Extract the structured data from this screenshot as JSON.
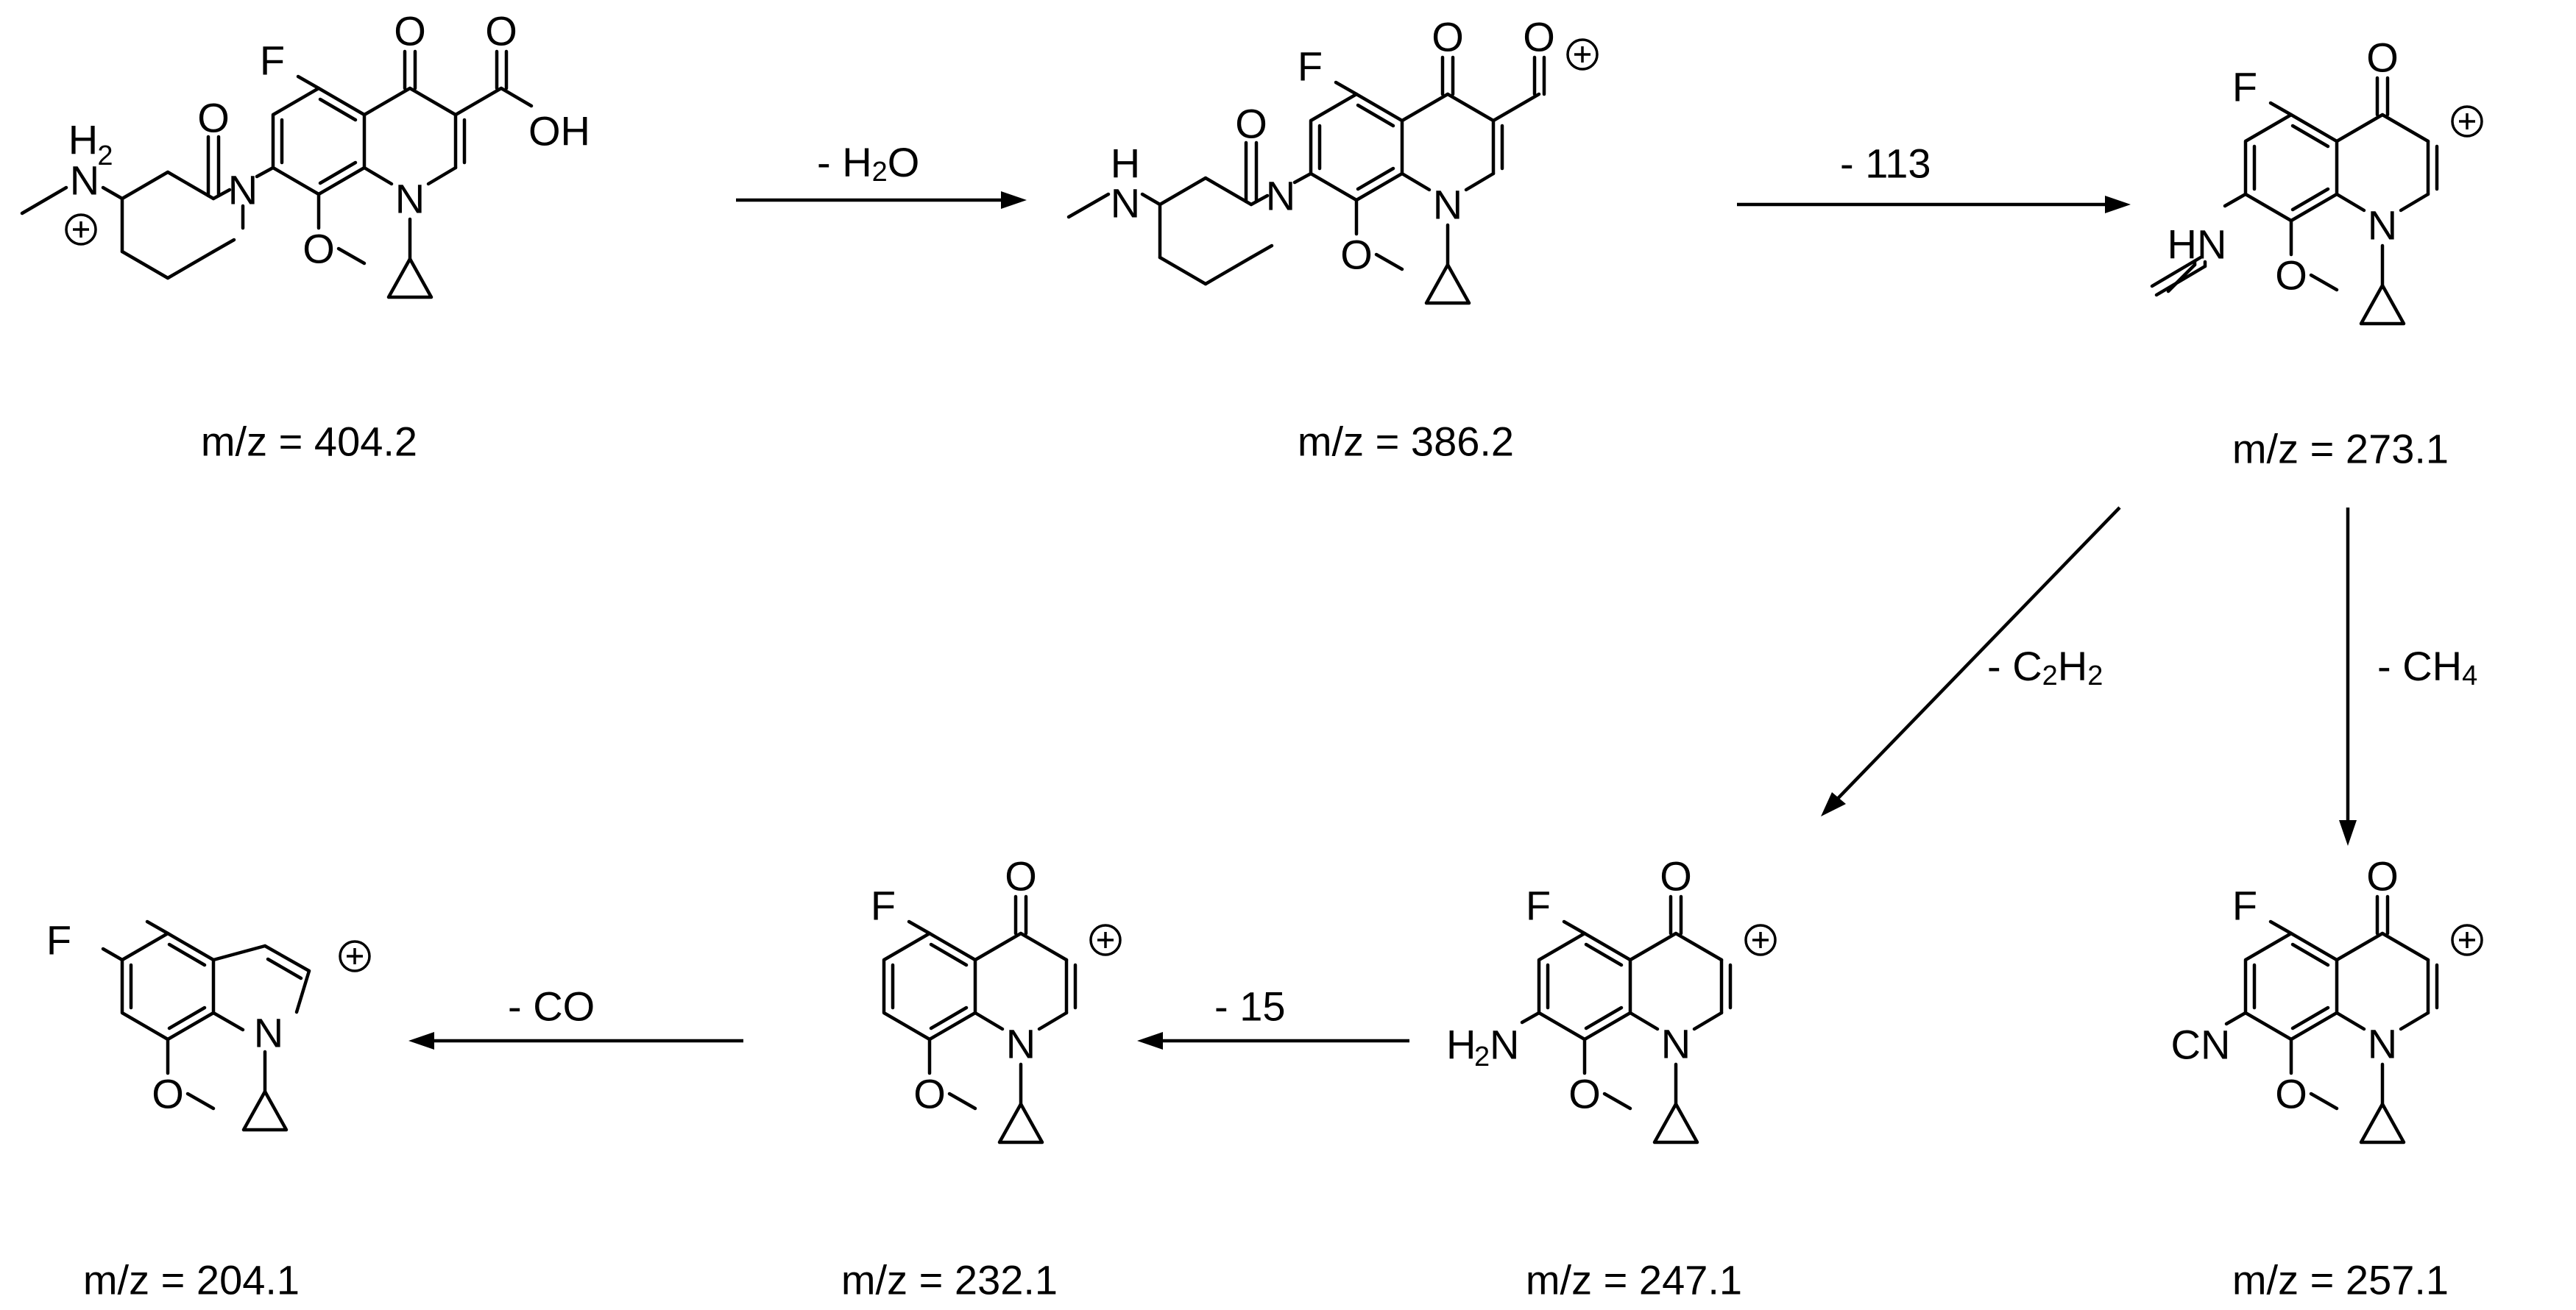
{
  "compounds": [
    {
      "id": "c404",
      "mz_label": "m/z = 404.2"
    },
    {
      "id": "c386",
      "mz_label": "m/z = 386.2"
    },
    {
      "id": "c273",
      "mz_label": "m/z = 273.1"
    },
    {
      "id": "c257",
      "mz_label": "m/z = 257.1"
    },
    {
      "id": "c247",
      "mz_label": "m/z = 247.1"
    },
    {
      "id": "c232",
      "mz_label": "m/z = 232.1"
    },
    {
      "id": "c204",
      "mz_label": "m/z = 204.1"
    }
  ],
  "steps": [
    {
      "from": "c404",
      "to": "c386",
      "loss_prefix": "- H",
      "loss_sub": "2",
      "loss_suffix": "O"
    },
    {
      "from": "c386",
      "to": "c273",
      "loss_prefix": "- 113",
      "loss_sub": "",
      "loss_suffix": ""
    },
    {
      "from": "c273",
      "to": "c247",
      "loss_prefix": "- C",
      "loss_sub": "2",
      "loss_mid": "H",
      "loss_sub2": "2"
    },
    {
      "from": "c273",
      "to": "c257",
      "loss_prefix": "- CH",
      "loss_sub": "4",
      "loss_suffix": ""
    },
    {
      "from": "c247",
      "to": "c232",
      "loss_prefix": "- 15",
      "loss_sub": "",
      "loss_suffix": ""
    },
    {
      "from": "c232",
      "to": "c204",
      "loss_prefix": "- CO",
      "loss_sub": "",
      "loss_suffix": ""
    }
  ],
  "atom_labels": {
    "O": "O",
    "F": "F",
    "N": "N",
    "OH": "OH",
    "H": "H",
    "HN": "HN",
    "CN": "CN",
    "H2_H": "H",
    "H2_2": "2"
  }
}
